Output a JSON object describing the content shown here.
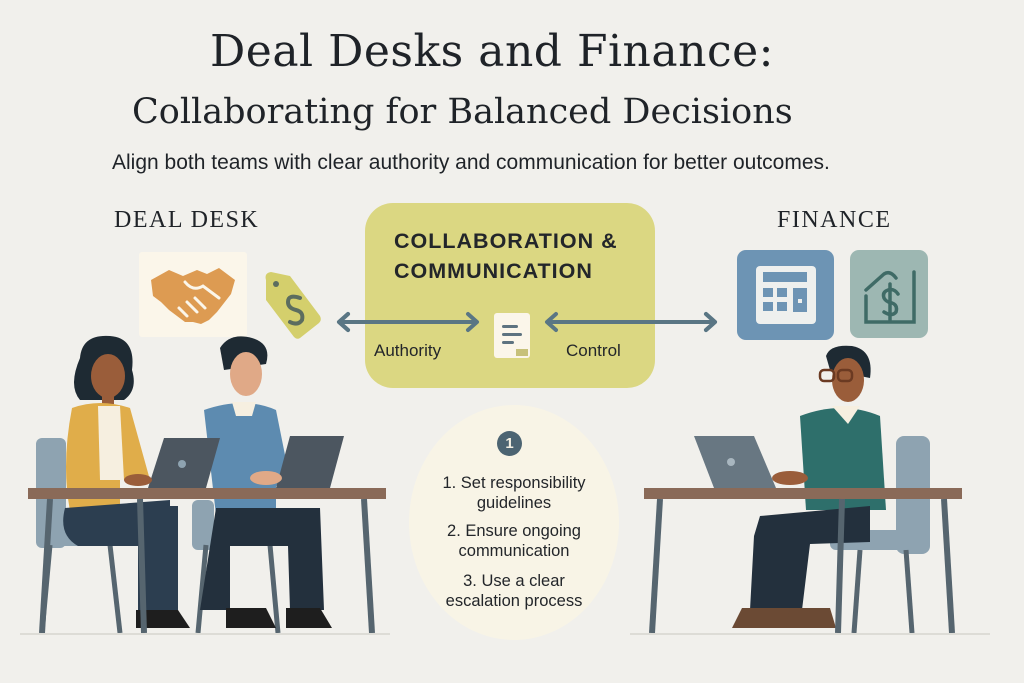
{
  "header": {
    "title_line1": "Deal Desks and Finance:",
    "title_line2": "Collaborating for Balanced Decisions",
    "subtitle": "Align both teams with clear authority and communication for better outcomes."
  },
  "deal_desk": {
    "label": "DEAL DESK",
    "icons": [
      "handshake-icon",
      "price-tag-icon"
    ],
    "colors": {
      "handshake": "#dd9b52",
      "tag": "#d4cf6c",
      "card": "#fbf6ea"
    }
  },
  "center": {
    "title_line1": "COLLABORATION &",
    "title_line2": "COMMUNICATION",
    "left_arrow_label": "Authority",
    "right_arrow_label": "Control",
    "icon": "document-icon",
    "box_color": "#dbd782",
    "arrow_color": "#5a7684"
  },
  "finance": {
    "label": "FINANCE",
    "icons": [
      "calculator-icon",
      "house-dollar-icon"
    ],
    "colors": {
      "calculator_card": "#6d94b4",
      "house_card": "#9db7b2"
    }
  },
  "steps": {
    "badge": "1",
    "items": [
      {
        "line1": "1. Set responsibility",
        "line2": "guidelines"
      },
      {
        "line1": "2. Ensure ongoing",
        "line2": "communication"
      },
      {
        "line1": "3. Use a clear",
        "line2": "escalation process"
      }
    ]
  },
  "illustrations": {
    "left": "two-people-working-at-laptops",
    "right": "person-with-glasses-at-laptop"
  }
}
